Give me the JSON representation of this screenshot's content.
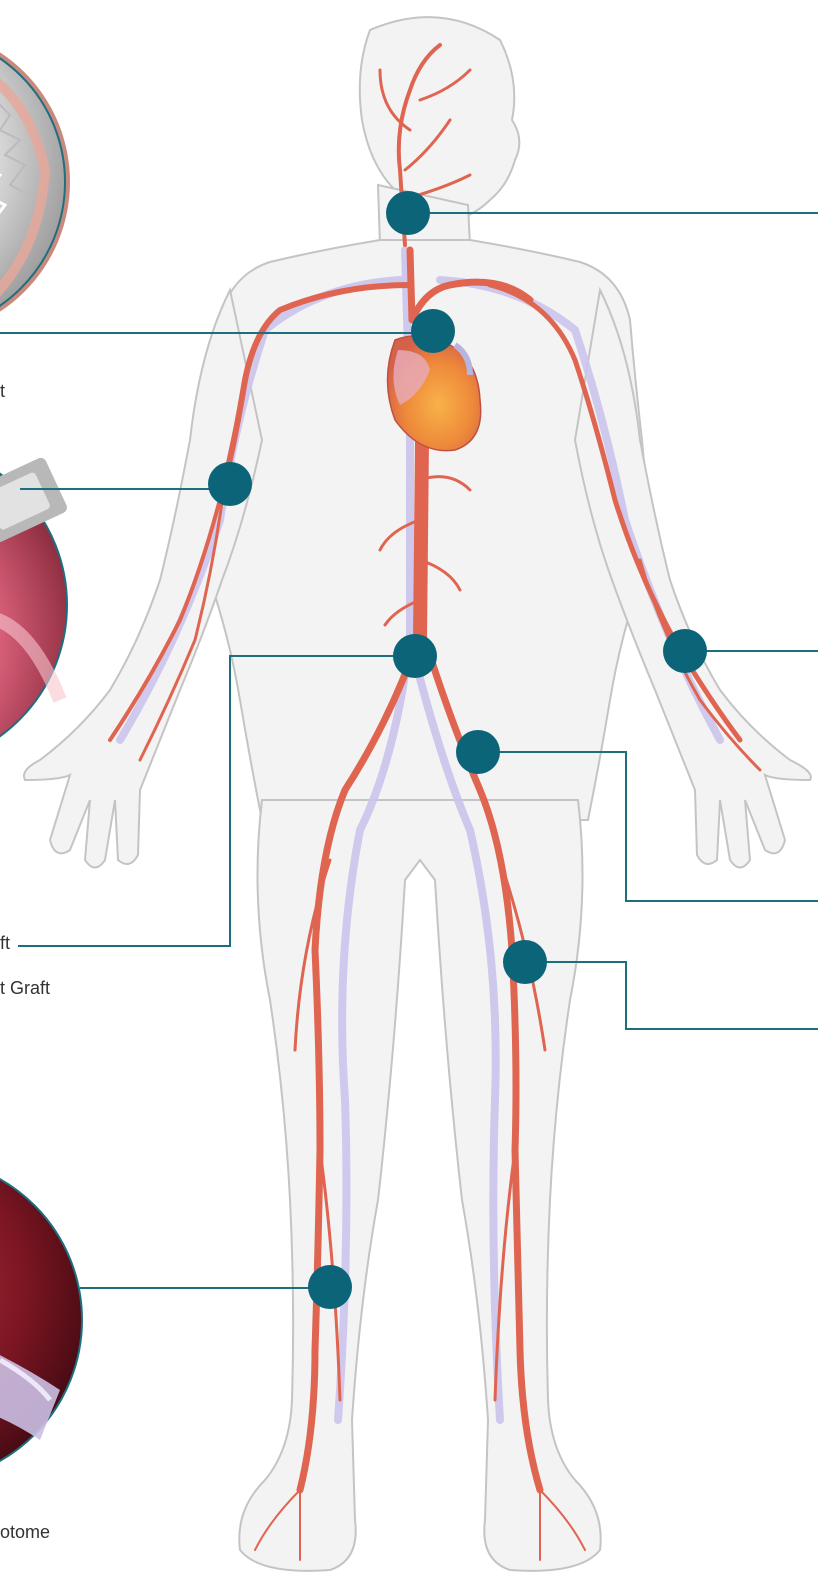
{
  "labels": {
    "aortic_arch_fragment": "t",
    "abdominal_fragment_1": "ft",
    "abdominal_fragment_2": "t Graft",
    "lower_leg_fragment": "otome"
  },
  "colors": {
    "marker": "#0b6478",
    "leader_line": "#1d6f80",
    "artery": "#e06550",
    "vein": "#c9c3ea",
    "body_fill": "#f3f3f4",
    "body_outline": "#c7c7c7",
    "heart": "#f2a040"
  },
  "markers": [
    {
      "id": "marker-neck",
      "name": "carotid-marker"
    },
    {
      "id": "marker-arch",
      "name": "aortic-arch-marker"
    },
    {
      "id": "marker-right-arm",
      "name": "right-arm-marker"
    },
    {
      "id": "marker-abdomen",
      "name": "abdominal-aorta-marker"
    },
    {
      "id": "marker-left-forearm",
      "name": "left-forearm-marker"
    },
    {
      "id": "marker-iliac",
      "name": "iliac-marker"
    },
    {
      "id": "marker-thigh",
      "name": "femoral-marker"
    },
    {
      "id": "marker-calf",
      "name": "lower-leg-marker"
    }
  ]
}
